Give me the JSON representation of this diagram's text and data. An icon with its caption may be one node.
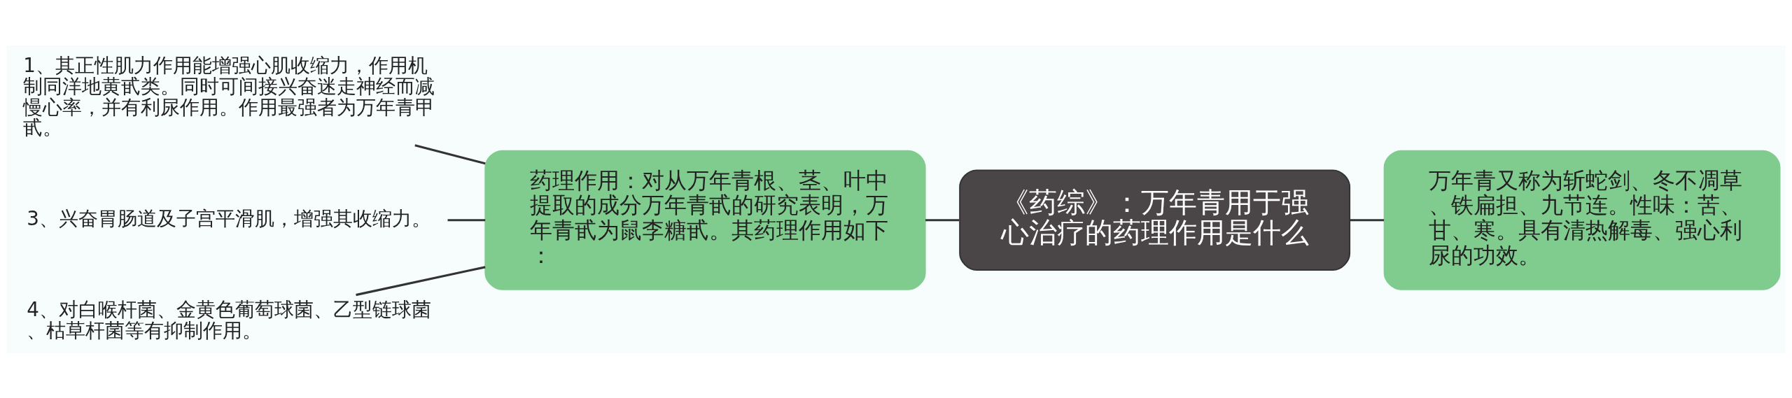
{
  "diagram": {
    "nodes": [
      {
        "text": [
          "《药综》：万年青用于强心治疗的药理作用是什么"
        ]
      },
      {
        "text": [
          "万年青又称为斩蛇剑、冬不凋草、铁扁担、九节连。性味：苦、甘、寒。具有清热解毒、强心利尿的功效。"
        ]
      },
      {
        "text": [
          "药理作用：对从万年青根、茎、叶中提取的成分万年青甙的研究表明，万年青甙为鼠李糖甙。其药理作用如下："
        ]
      },
      {
        "text": [
          "1、其正性肌力作用能增强心肌收缩力，作用机制同洋地黄甙类。同时可间接兴奋迷走神经而减慢心率，并有利尿作用。作用最强者为万年青甲甙。"
        ]
      },
      {
        "text": [
          "3、兴奋胃肠道及子宫平滑肌，增强其收缩力。"
        ]
      },
      {
        "text": [
          "4、对白喉杆菌、金黄色葡萄球菌、乙型链球菌、枯草杆菌等有抑制作用。"
        ]
      }
    ],
    "edges": [
      {
        "from": 0,
        "to": 1,
        "arrow": "none"
      },
      {
        "from": 0,
        "to": 2,
        "arrow": "none"
      },
      {
        "from": 2,
        "to": 3,
        "arrow": "none"
      },
      {
        "from": 2,
        "to": 4,
        "arrow": "none"
      },
      {
        "from": 2,
        "to": 5,
        "arrow": "none"
      }
    ]
  }
}
